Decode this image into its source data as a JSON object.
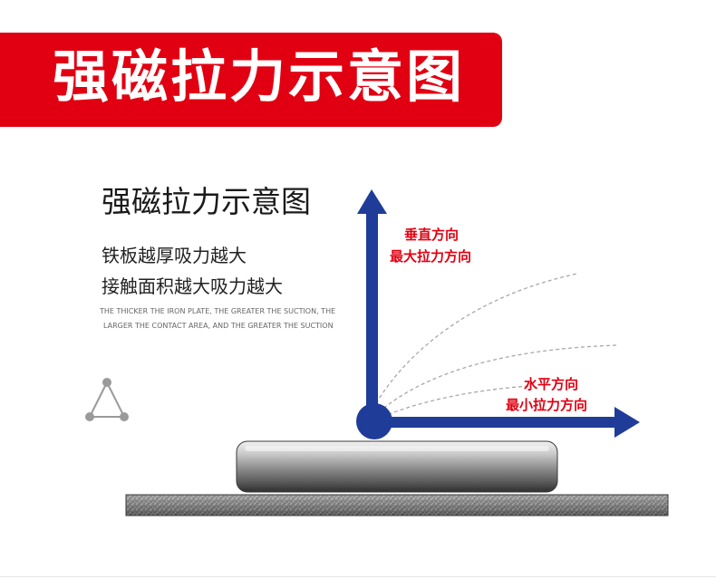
{
  "banner": {
    "title": "强磁拉力示意图"
  },
  "description": {
    "heading": "强磁拉力示意图",
    "line1": "铁板越厚吸力越大",
    "line2": "接触面积越大吸力越大",
    "english_line1": "THE THICKER THE IRON PLATE, THE GREATER THE SUCTION, THE",
    "english_line2": "LARGER THE CONTACT AREA, AND THE GREATER THE SUCTION"
  },
  "vertical_label": {
    "line1": "垂直方向",
    "line2": "最大拉力方向"
  },
  "horizontal_label": {
    "line1": "水平方向",
    "line2": "最小拉力方向"
  },
  "colors": {
    "banner": "#e10012",
    "arrow": "#1f3c98",
    "label_red": "#e10012",
    "triangle_icon": "#9a9a9a"
  }
}
